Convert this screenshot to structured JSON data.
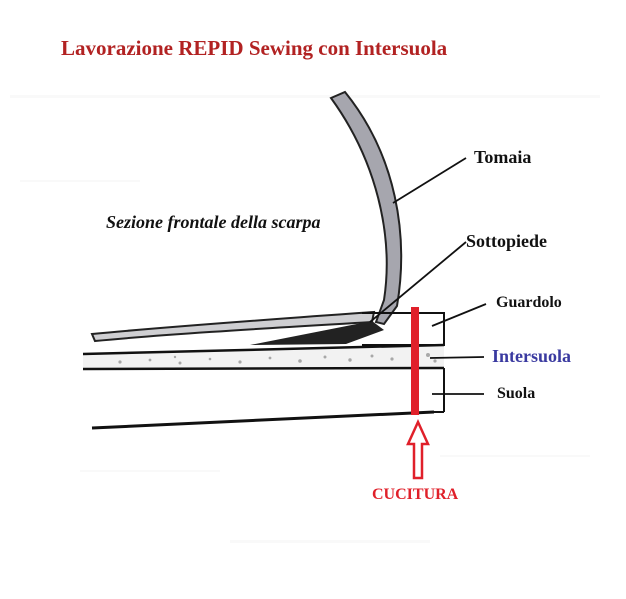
{
  "title": "Lavorazione REPID Sewing con Intersuola",
  "subtitle": "Sezione frontale della scarpa",
  "labels": {
    "tomaia": "Tomaia",
    "sottopiede": "Sottopiede",
    "guardolo": "Guardolo",
    "intersuola": "Intersuola",
    "suola": "Suola",
    "cucitura": "CUCITURA"
  },
  "colors": {
    "title": "#b22222",
    "intersuola": "#3a3aa0",
    "stitch": "#e0202a",
    "upper_fill": "#a6a6ae",
    "ink": "#111111",
    "speckle": "#a8a8a8"
  }
}
